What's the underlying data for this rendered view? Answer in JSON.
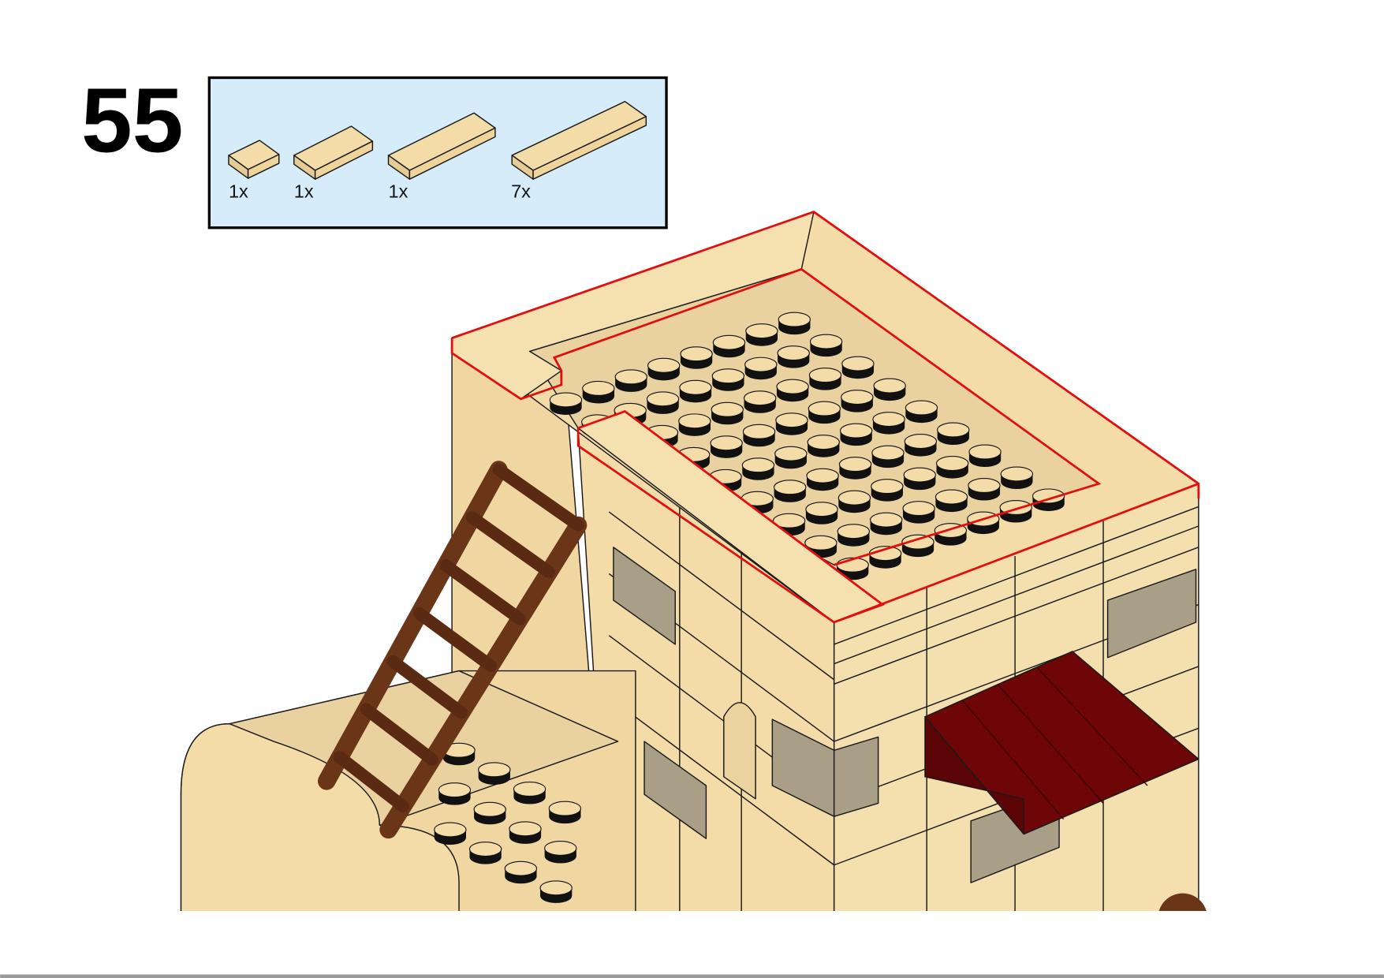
{
  "step": {
    "number": "55"
  },
  "parts_list": {
    "background_color": "#d6ecfa",
    "parts": [
      {
        "name": "tile-1x1-tan",
        "quantity": "1x"
      },
      {
        "name": "tile-1x2-tan",
        "quantity": "1x"
      },
      {
        "name": "tile-1x4-tan",
        "quantity": "1x"
      },
      {
        "name": "tile-1x6-tan",
        "quantity": "7x"
      }
    ]
  },
  "colors": {
    "tan": "#f3dca8",
    "tan_shade": "#e6cc94",
    "highlight": "#e01010",
    "brown": "#6b3518",
    "dark_red": "#6e0608",
    "stone_gray": "#a99f86"
  }
}
